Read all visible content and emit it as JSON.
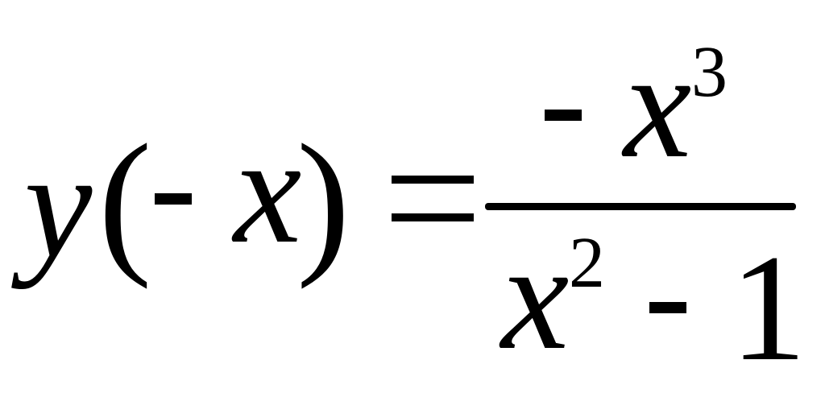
{
  "expression": {
    "lhs": {
      "function": "y",
      "open_paren": "(",
      "minus": "-",
      "variable": "x",
      "close_paren": ")"
    },
    "equals": "=",
    "numerator": {
      "minus": "-",
      "variable": "x",
      "exponent": "3"
    },
    "denominator": {
      "variable": "x",
      "exponent": "2",
      "minus": "-",
      "constant": "1"
    }
  }
}
